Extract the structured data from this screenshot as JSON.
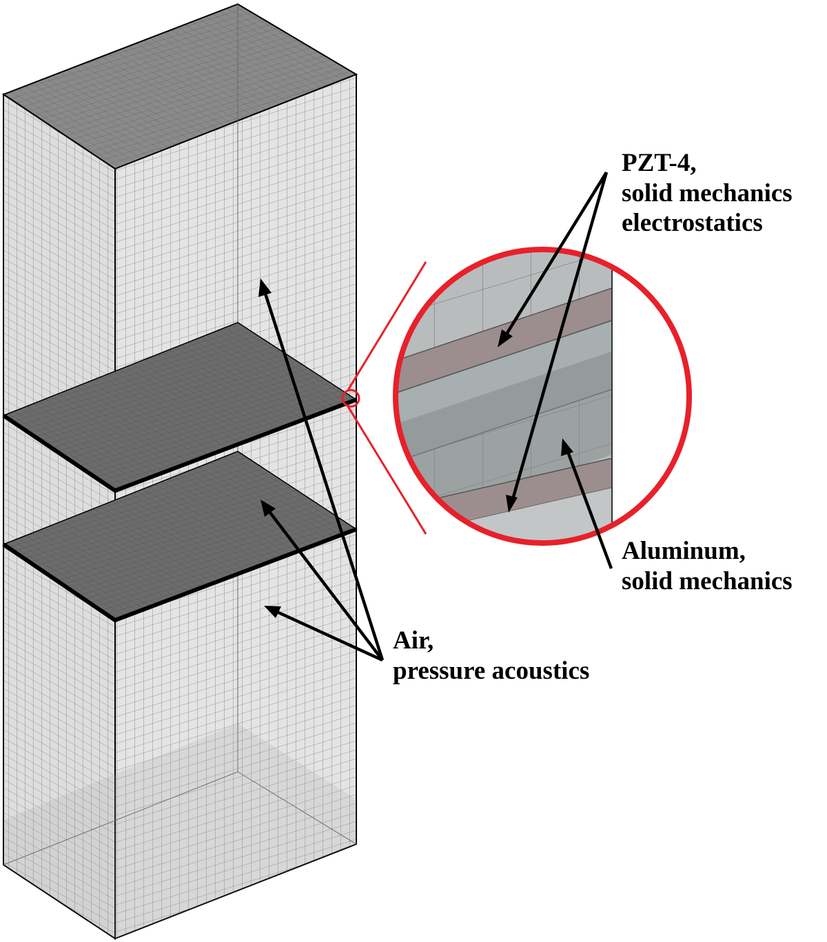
{
  "labels": {
    "pzt": {
      "line1": "PZT-4,",
      "line2": "solid mechanics",
      "line3": "electrostatics"
    },
    "aluminum": {
      "line1": "Aluminum,",
      "line2": "solid mechanics"
    },
    "air": {
      "line1": "Air,",
      "line2": "pressure acoustics"
    }
  },
  "colors": {
    "magnifier_ring": "#e8202a",
    "mesh_line": "#555555",
    "plate_fill": "#6e6e6e",
    "box_face": "#e6e6e6",
    "arrow": "#000000"
  },
  "icons": {
    "arrowhead": "filled-triangle"
  }
}
